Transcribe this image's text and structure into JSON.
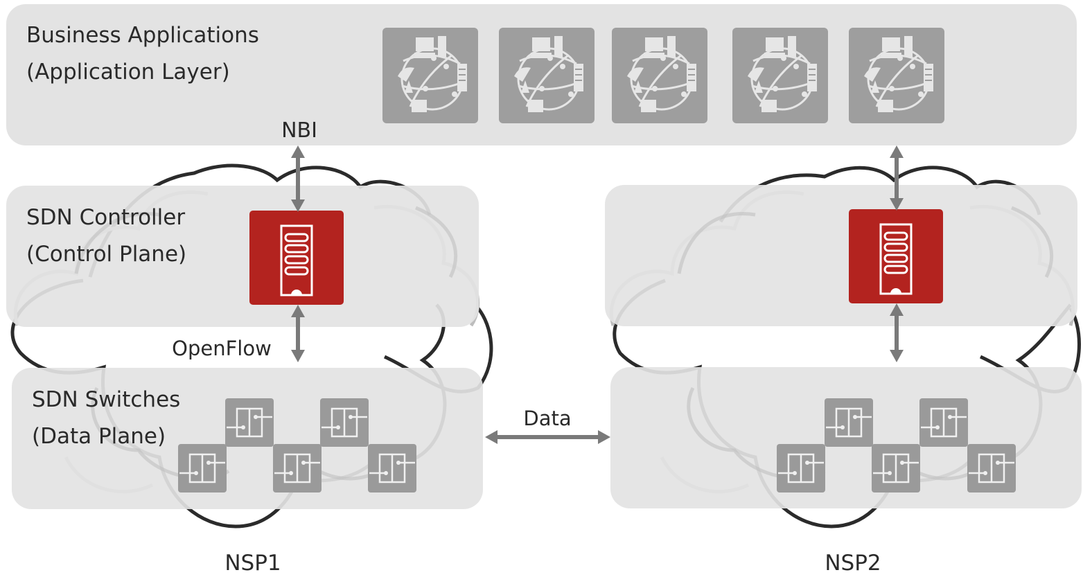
{
  "layers": {
    "application": {
      "line1": "Business Applications",
      "line2": "(Application Layer)"
    },
    "control": {
      "line1": "SDN Controller",
      "line2": "(Control Plane)"
    },
    "data": {
      "line1": "SDN Switches",
      "line2": "(Data Plane)"
    }
  },
  "interfaces": {
    "northbound": "NBI",
    "southbound": "OpenFlow",
    "inter_domain": "Data"
  },
  "domains": [
    {
      "name": "NSP1",
      "switch_count": 5
    },
    {
      "name": "NSP2",
      "switch_count": 5
    }
  ],
  "application_icon_count": 5,
  "colors": {
    "band": "#e3e3e3",
    "controller": "#b3231f",
    "switch": "#9a9a9a",
    "app_icon": "#9e9e9e",
    "arrow": "#7a7a7a",
    "cloud_outline": "#2b2b2b"
  },
  "icons": {
    "application": "network-app-icon",
    "controller": "server-icon",
    "switch": "switch-icon"
  }
}
